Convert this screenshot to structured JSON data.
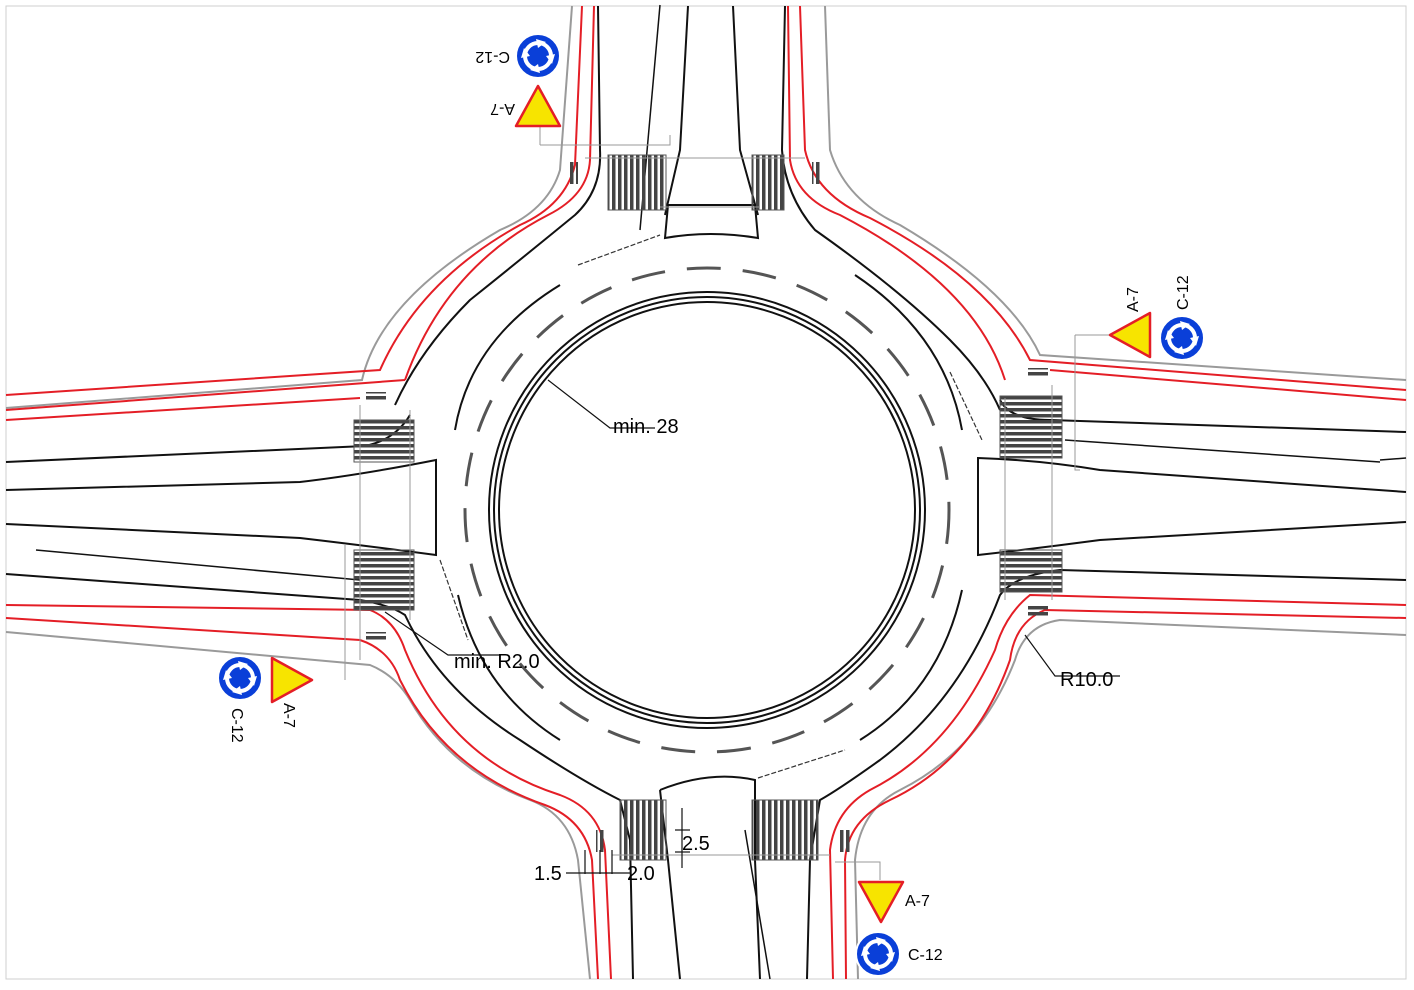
{
  "dimensions": {
    "island_diameter": "min. 28",
    "corner_radius": "min. R2.0",
    "outer_radius": "R10.0",
    "crossing_width": "2.5",
    "offset_a": "1.5",
    "offset_b": "2.0"
  },
  "signs": {
    "yield_code": "A-7",
    "roundabout_code": "C-12"
  },
  "colors": {
    "kerb": "#e41e26",
    "edge": "#9a9a9a",
    "road": "#111111",
    "sign_blue": "#0a3fd8",
    "sign_yellow": "#f7e400",
    "sign_border": "#e41e26"
  }
}
